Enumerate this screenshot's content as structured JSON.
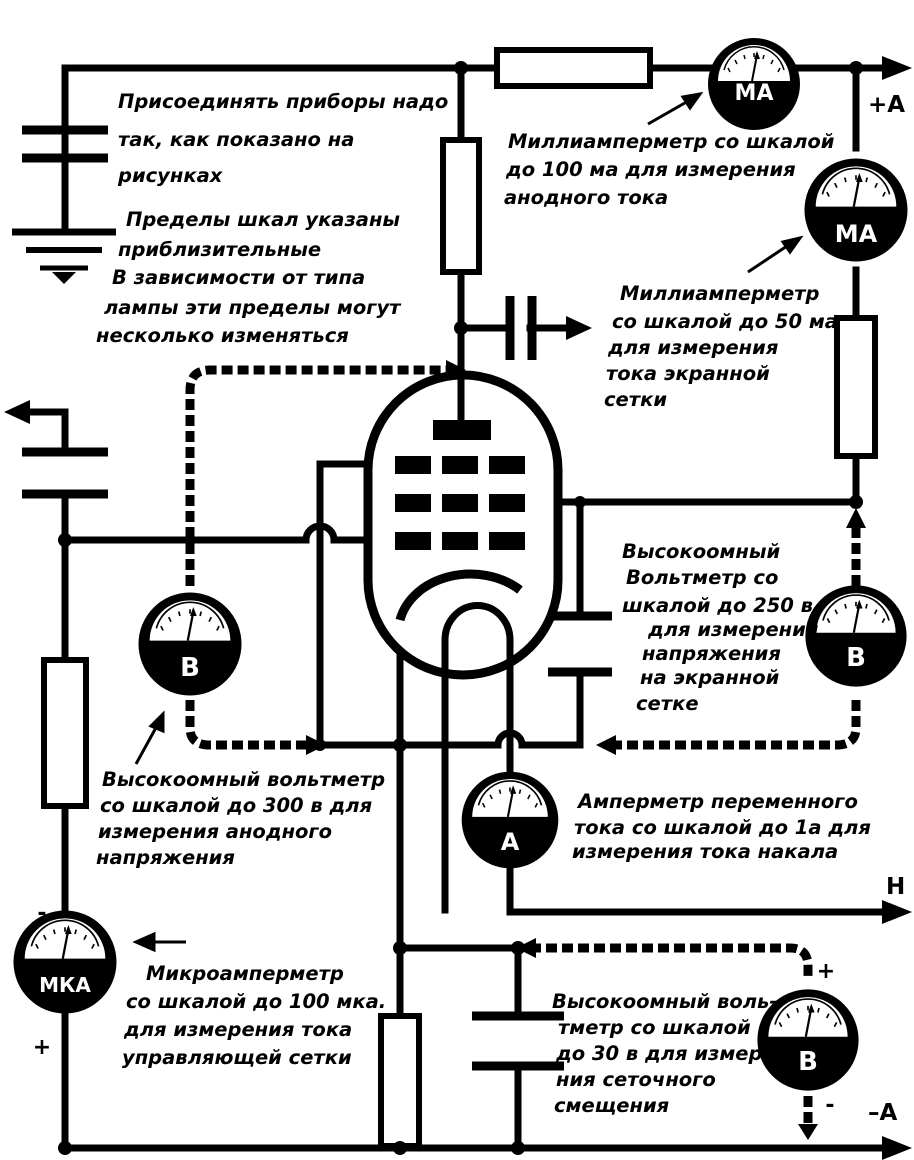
{
  "notes": {
    "connect": [
      "Присоединять приборы надо",
      "так, как показано на",
      "рисунках"
    ],
    "limits": [
      "Пределы шкал указаны",
      "приблизительные",
      "В зависимости от типа",
      "лампы эти пределы могут",
      "несколько изменяться"
    ]
  },
  "terminals": {
    "plus_a": "+А",
    "minus_a": "–А",
    "heater": "Н"
  },
  "meters": {
    "anode_ma": {
      "label": "МА",
      "caption": [
        "Миллиамперметр со шкалой",
        "до 100 ма для измерения",
        "анодного тока"
      ]
    },
    "screen_ma": {
      "label": "МА",
      "caption": [
        "Миллиамперметр",
        "со шкалой до 50 ма",
        "для измерения",
        "тока экранной",
        "сетки"
      ]
    },
    "screen_v": {
      "label": "В",
      "caption": [
        "Высокоомный",
        "Вольтметр со",
        "шкалой до 250 в",
        "для измерения",
        "напряжения",
        "на экранной",
        "сетке"
      ]
    },
    "anode_v": {
      "label": "В",
      "caption": [
        "Высокоомный вольтметр",
        "со шкалой до 300 в для",
        "измерения анодного",
        "напряжения"
      ]
    },
    "filament_a": {
      "label": "А",
      "caption": [
        "Амперметр переменного",
        "тока со шкалой до 1а для",
        "измерения тока накала"
      ]
    },
    "grid_mka": {
      "label": "МКА",
      "minus": "-",
      "plus": "+",
      "caption": [
        "Микроамперметр",
        "со шкалой до 100 мка.",
        "для измерения тока",
        "управляющей сетки"
      ]
    },
    "bias_v": {
      "label": "В",
      "plus": "+",
      "minus": "-",
      "caption": [
        "Высокоомный воль-",
        "тметр со шкалой",
        "до 30 в для измере-",
        "ния сеточного",
        "смещения"
      ]
    }
  }
}
